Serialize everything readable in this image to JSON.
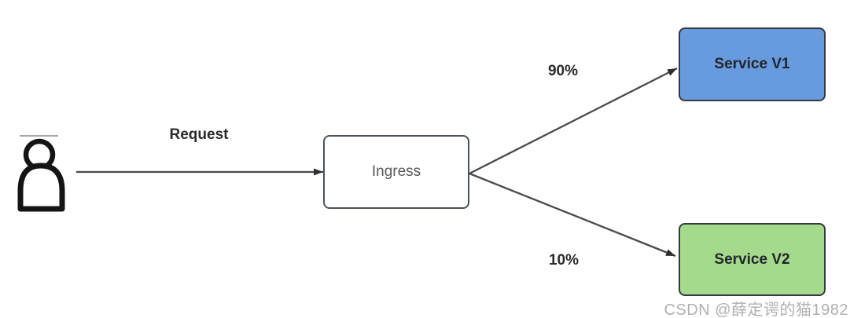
{
  "diagram": {
    "actor": {
      "icon": "user-icon"
    },
    "nodes": {
      "ingress": {
        "label": "Ingress",
        "fill": "#ffffff",
        "text_color": "#595959"
      },
      "service_v1": {
        "label": "Service V1",
        "fill": "#689ade",
        "text_color": "#22262b"
      },
      "service_v2": {
        "label": "Service V2",
        "fill": "#a5da8c",
        "text_color": "#22262b"
      }
    },
    "edges": {
      "request": {
        "label": "Request",
        "from": "user",
        "to": "ingress"
      },
      "to_v1": {
        "label": "90%",
        "from": "ingress",
        "to": "service_v1"
      },
      "to_v2": {
        "label": "10%",
        "from": "ingress",
        "to": "service_v2"
      }
    },
    "watermark": "CSDN @薛定谔的猫1982",
    "colors": {
      "arrow": "#4a4a4a",
      "arrowhead": "#2e2e2e",
      "node_border_dark": "#343a40",
      "node_border_ingress": "#4a525a",
      "background": "#ffffff",
      "watermark": "#b0b0b0"
    }
  }
}
